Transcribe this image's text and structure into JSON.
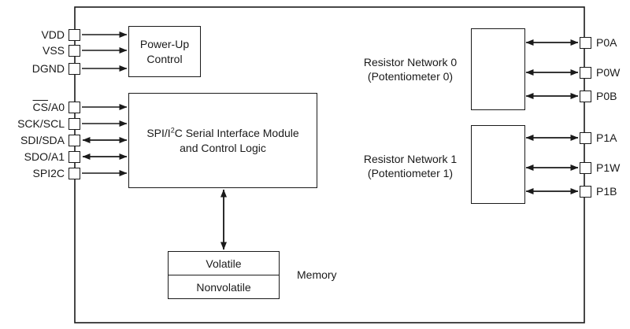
{
  "colors": {
    "line": "#1a1a1a",
    "background": "#ffffff"
  },
  "pins_left": [
    {
      "label": "VDD"
    },
    {
      "label": "VSS"
    },
    {
      "label": "DGND"
    },
    {
      "label_overline": "CS",
      "label_rest": "/A0"
    },
    {
      "label": "SCK/SCL"
    },
    {
      "label": "SDI/SDA"
    },
    {
      "label": "SDO/A1"
    },
    {
      "label": "SPI2C"
    }
  ],
  "pins_right": [
    {
      "label": "P0A"
    },
    {
      "label": "P0W"
    },
    {
      "label": "P0B"
    },
    {
      "label": "P1A"
    },
    {
      "label": "P1W"
    },
    {
      "label": "P1B"
    }
  ],
  "blocks": {
    "power_up": {
      "line1": "Power-Up",
      "line2": "Control"
    },
    "serial_interface": {
      "line1_pre": "SPI/I",
      "line1_sup": "2",
      "line1_post": "C Serial Interface Module",
      "line2": "and Control Logic"
    },
    "memory": {
      "cell_top": "Volatile",
      "cell_bottom": "Nonvolatile",
      "label": "Memory"
    },
    "resistor_network_0": {
      "line1": "Resistor Network 0",
      "line2": "(Potentiometer 0)"
    },
    "resistor_network_1": {
      "line1": "Resistor Network 1",
      "line2": "(Potentiometer 1)"
    }
  }
}
